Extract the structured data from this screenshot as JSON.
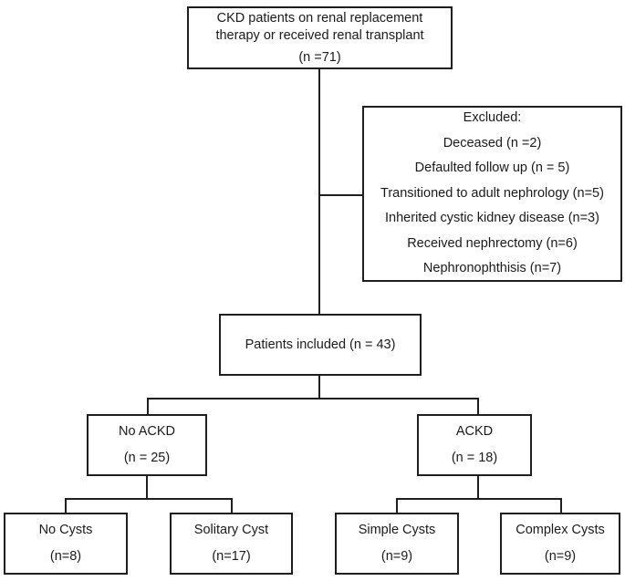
{
  "colors": {
    "line": "#1f1f1f",
    "text": "#1a1a1a",
    "background": "#ffffff"
  },
  "nodes": {
    "source": {
      "line1": "CKD patients on renal replacement",
      "line2": "therapy or received renal transplant",
      "count": "(n =71)"
    },
    "excluded": {
      "title": "Excluded:",
      "items": [
        "Deceased (n =2)",
        "Defaulted follow up (n = 5)",
        "Transitioned to adult nephrology (n=5)",
        "Inherited cystic kidney disease (n=3)",
        "Received nephrectomy (n=6)",
        "Nephronophthisis (n=7)"
      ]
    },
    "included": {
      "label": "Patients included (n = 43)"
    },
    "no_ackd": {
      "label": "No ACKD",
      "count": "(n = 25)"
    },
    "ackd": {
      "label": "ACKD",
      "count": "(n = 18)"
    },
    "no_cysts": {
      "label": "No Cysts",
      "count": "(n=8)"
    },
    "solitary_cyst": {
      "label": "Solitary Cyst",
      "count": "(n=17)"
    },
    "simple_cysts": {
      "label": "Simple Cysts",
      "count": "(n=9)"
    },
    "complex_cysts": {
      "label": "Complex Cysts",
      "count": "(n=9)"
    }
  }
}
